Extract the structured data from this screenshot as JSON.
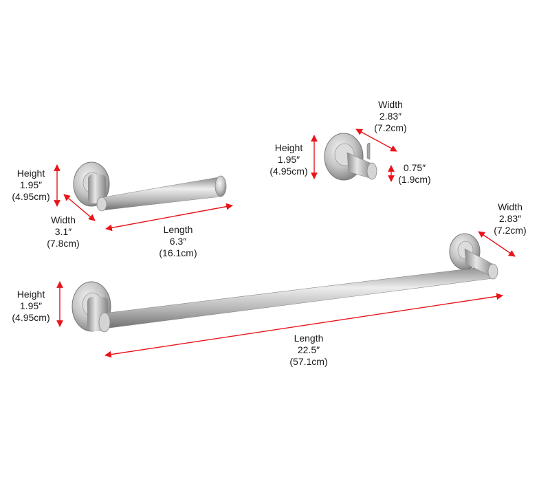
{
  "toilet_paper_holder": {
    "height": {
      "label": "Height",
      "imperial": "1.95″",
      "metric": "(4.95cm)"
    },
    "width": {
      "label": "Width",
      "imperial": "3.1″",
      "metric": "(7.8cm)"
    },
    "length": {
      "label": "Length",
      "imperial": "6.3″",
      "metric": "(16.1cm)"
    }
  },
  "robe_hook": {
    "width": {
      "label": "Width",
      "imperial": "2.83″",
      "metric": "(7.2cm)"
    },
    "height": {
      "label": "Height",
      "imperial": "1.95″",
      "metric": "(4.95cm)"
    },
    "projection": {
      "imperial": "0.75″",
      "metric": "(1.9cm)"
    }
  },
  "towel_bar": {
    "width": {
      "label": "Width",
      "imperial": "2.83″",
      "metric": "(7.2cm)"
    },
    "height": {
      "label": "Height",
      "imperial": "1.95″",
      "metric": "(4.95cm)"
    },
    "length": {
      "label": "Length",
      "imperial": "22.5″",
      "metric": "(57.1cm)"
    }
  },
  "colors": {
    "dimension_arrow": "#e8141a",
    "finish": "brushed-nickel"
  }
}
